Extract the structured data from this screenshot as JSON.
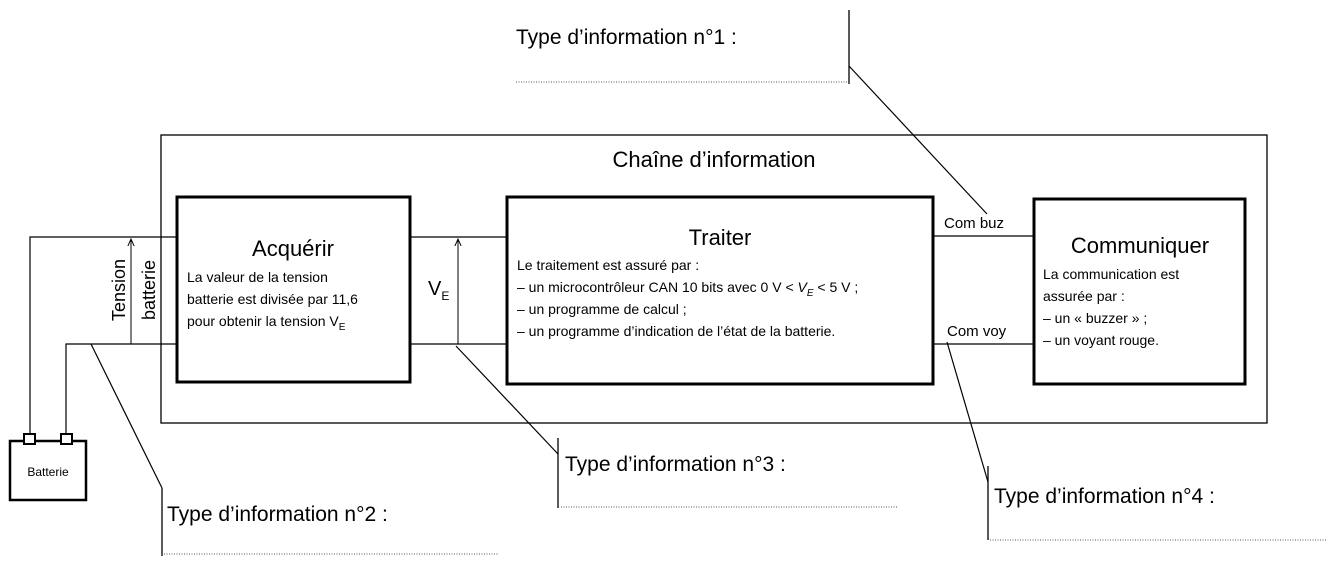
{
  "diagram": {
    "chain_title": "Chaîne d’information",
    "acquerir": {
      "title": "Acquérir",
      "line1": "La valeur de la tension",
      "line2": "batterie est divisée par 11,6",
      "line3": "pour obtenir la tension V",
      "line3_sub": "E"
    },
    "traiter": {
      "title": "Traiter",
      "intro": "Le traitement est assuré par :",
      "item1_a": "–  un microcontrôleur CAN 10 bits avec 0 V < ",
      "item1_v": "V",
      "item1_sub": "E",
      "item1_b": " < 5 V ;",
      "item2": "–  un programme de calcul ;",
      "item3": "–  un programme d’indication de l’état de la batterie."
    },
    "communiquer": {
      "title": "Communiquer",
      "line1": "La communication est",
      "line2": "assurée par :",
      "item1": "–  un « buzzer » ;",
      "item2": "–  un voyant rouge."
    },
    "battery_label": "Batterie",
    "tension_line1": "Tension",
    "tension_line2": "batterie",
    "ve_label": "V",
    "ve_sub": "E",
    "com_buz": "Com buz",
    "com_voy": "Com voy",
    "type1": "Type d’information n°1 :",
    "type2": "Type d’information n°2 :",
    "type3": "Type d’information n°3 :",
    "type4": "Type d’information n°4 :"
  },
  "colors": {
    "stroke": "#000000",
    "dotted": "#555555",
    "background": "#ffffff"
  }
}
